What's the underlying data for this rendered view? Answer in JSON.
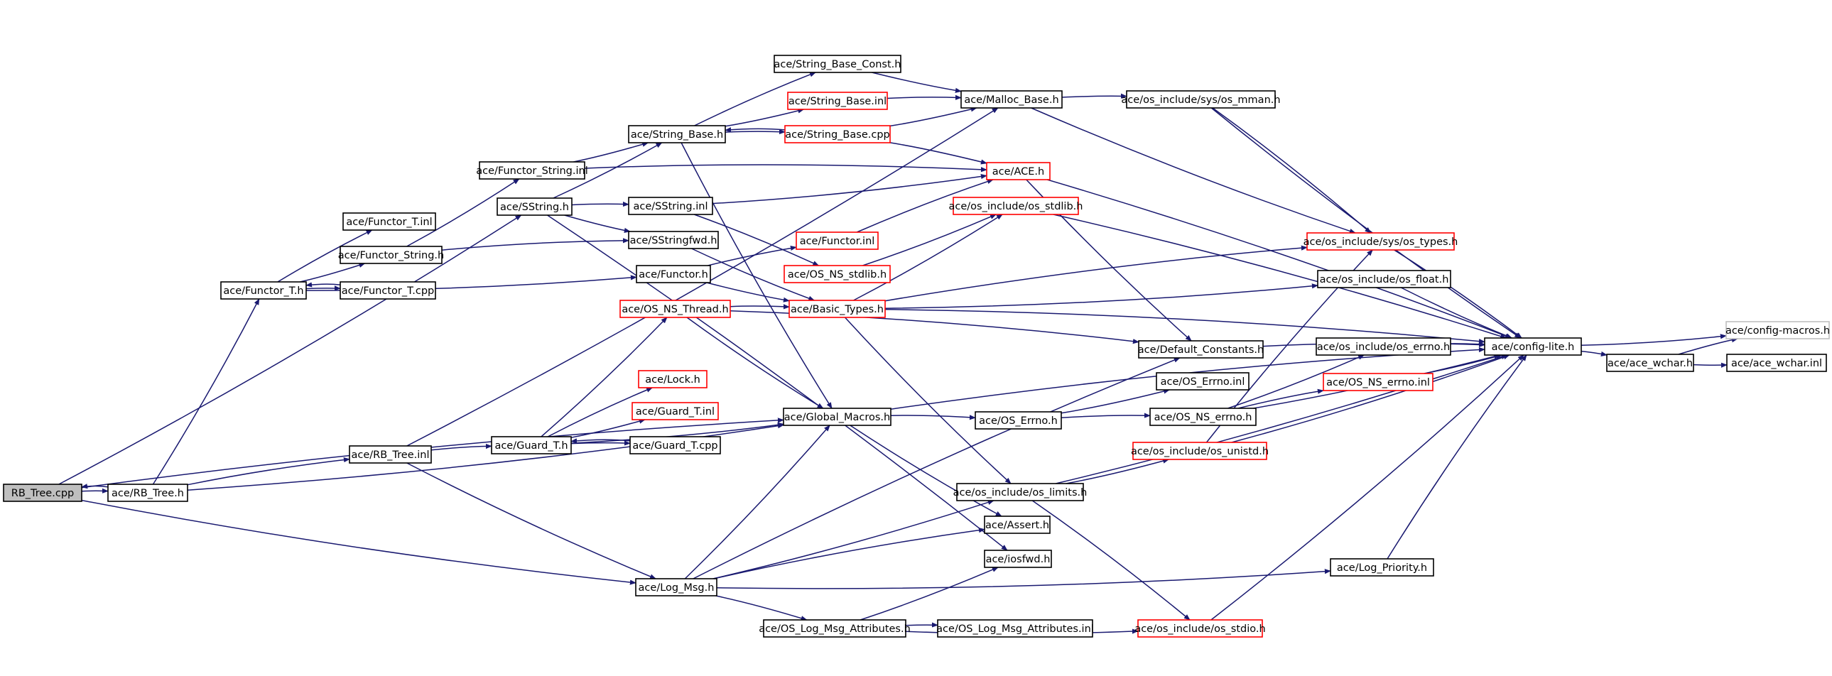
{
  "colors": {
    "edge": "#191970",
    "box_normal": "#000000",
    "box_incomplete": "#ff0000",
    "box_external": "#bfbfbf",
    "fill_root": "#bfbfbf",
    "fill_default": "#ffffff"
  },
  "nodes": [
    {
      "id": "rb_tree_cpp",
      "label": "RB_Tree.cpp",
      "kind": "root"
    },
    {
      "id": "rb_tree_h",
      "label": "ace/RB_Tree.h",
      "kind": "normal"
    },
    {
      "id": "functor_t_h",
      "label": "ace/Functor_T.h",
      "kind": "normal"
    },
    {
      "id": "functor_t_inl",
      "label": "ace/Functor_T.inl",
      "kind": "normal"
    },
    {
      "id": "functor_string_h",
      "label": "ace/Functor_String.h",
      "kind": "normal"
    },
    {
      "id": "functor_t_cpp",
      "label": "ace/Functor_T.cpp",
      "kind": "normal"
    },
    {
      "id": "functor_string_inl",
      "label": "ace/Functor_String.inl",
      "kind": "normal"
    },
    {
      "id": "sstring_h",
      "label": "ace/SString.h",
      "kind": "normal"
    },
    {
      "id": "rb_tree_inl",
      "label": "ace/RB_Tree.inl",
      "kind": "normal"
    },
    {
      "id": "string_base_h",
      "label": "ace/String_Base.h",
      "kind": "normal"
    },
    {
      "id": "sstring_inl",
      "label": "ace/SString.inl",
      "kind": "normal"
    },
    {
      "id": "sstringfwd_h",
      "label": "ace/SStringfwd.h",
      "kind": "normal"
    },
    {
      "id": "functor_h",
      "label": "ace/Functor.h",
      "kind": "normal"
    },
    {
      "id": "os_ns_thread_h",
      "label": "ace/OS_NS_Thread.h",
      "kind": "incomplete"
    },
    {
      "id": "lock_h",
      "label": "ace/Lock.h",
      "kind": "incomplete"
    },
    {
      "id": "guard_t_inl",
      "label": "ace/Guard_T.inl",
      "kind": "incomplete"
    },
    {
      "id": "guard_t_h",
      "label": "ace/Guard_T.h",
      "kind": "normal"
    },
    {
      "id": "guard_t_cpp",
      "label": "ace/Guard_T.cpp",
      "kind": "normal"
    },
    {
      "id": "log_msg_h",
      "label": "ace/Log_Msg.h",
      "kind": "normal"
    },
    {
      "id": "string_base_const_h",
      "label": "ace/String_Base_Const.h",
      "kind": "normal"
    },
    {
      "id": "string_base_inl",
      "label": "ace/String_Base.inl",
      "kind": "incomplete"
    },
    {
      "id": "string_base_cpp",
      "label": "ace/String_Base.cpp",
      "kind": "incomplete"
    },
    {
      "id": "functor_inl",
      "label": "ace/Functor.inl",
      "kind": "incomplete"
    },
    {
      "id": "os_ns_stdlib_h",
      "label": "ace/OS_NS_stdlib.h",
      "kind": "incomplete"
    },
    {
      "id": "basic_types_h",
      "label": "ace/Basic_Types.h",
      "kind": "incomplete"
    },
    {
      "id": "global_macros_h",
      "label": "ace/Global_Macros.h",
      "kind": "normal"
    },
    {
      "id": "os_log_msg_attributes_h",
      "label": "ace/OS_Log_Msg_Attributes.h",
      "kind": "normal"
    },
    {
      "id": "malloc_base_h",
      "label": "ace/Malloc_Base.h",
      "kind": "normal"
    },
    {
      "id": "ace_h",
      "label": "ace/ACE.h",
      "kind": "incomplete"
    },
    {
      "id": "os_stdlib_h",
      "label": "ace/os_include/os_stdlib.h",
      "kind": "incomplete"
    },
    {
      "id": "os_errno_cls_h",
      "label": "ace/OS_Errno.h",
      "kind": "normal"
    },
    {
      "id": "os_limits_h",
      "label": "ace/os_include/os_limits.h",
      "kind": "normal"
    },
    {
      "id": "assert_h",
      "label": "ace/Assert.h",
      "kind": "normal"
    },
    {
      "id": "iosfwd_h",
      "label": "ace/iosfwd.h",
      "kind": "normal"
    },
    {
      "id": "os_log_msg_attributes_inl",
      "label": "ace/OS_Log_Msg_Attributes.inl",
      "kind": "normal"
    },
    {
      "id": "os_mman_h",
      "label": "ace/os_include/sys/os_mman.h",
      "kind": "normal"
    },
    {
      "id": "os_types_h",
      "label": "ace/os_include/sys/os_types.h",
      "kind": "incomplete"
    },
    {
      "id": "os_float_h",
      "label": "ace/os_include/os_float.h",
      "kind": "normal"
    },
    {
      "id": "default_constants_h",
      "label": "ace/Default_Constants.h",
      "kind": "normal"
    },
    {
      "id": "os_errno_inl",
      "label": "ace/OS_Errno.inl",
      "kind": "normal"
    },
    {
      "id": "os_ns_errno_h",
      "label": "ace/OS_NS_errno.h",
      "kind": "normal"
    },
    {
      "id": "os_unistd_h",
      "label": "ace/os_include/os_unistd.h",
      "kind": "incomplete"
    },
    {
      "id": "log_priority_h",
      "label": "ace/Log_Priority.h",
      "kind": "normal"
    },
    {
      "id": "os_stdio_h",
      "label": "ace/os_include/os_stdio.h",
      "kind": "incomplete"
    },
    {
      "id": "os_include_errno_h",
      "label": "ace/os_include/os_errno.h",
      "kind": "normal"
    },
    {
      "id": "os_ns_errno_inl",
      "label": "ace/OS_NS_errno.inl",
      "kind": "incomplete"
    },
    {
      "id": "config_lite_h",
      "label": "ace/config-lite.h",
      "kind": "normal"
    },
    {
      "id": "ace_wchar_h",
      "label": "ace/ace_wchar.h",
      "kind": "normal"
    },
    {
      "id": "config_macros_h",
      "label": "ace/config-macros.h",
      "kind": "external"
    },
    {
      "id": "ace_wchar_inl",
      "label": "ace/ace_wchar.inl",
      "kind": "normal"
    }
  ],
  "edges": [
    [
      "rb_tree_cpp",
      "rb_tree_h"
    ],
    [
      "rb_tree_cpp",
      "sstring_h"
    ],
    [
      "rb_tree_cpp",
      "global_macros_h"
    ],
    [
      "rb_tree_cpp",
      "log_msg_h"
    ],
    [
      "rb_tree_h",
      "rb_tree_cpp"
    ],
    [
      "rb_tree_h",
      "functor_t_h"
    ],
    [
      "rb_tree_h",
      "rb_tree_inl"
    ],
    [
      "rb_tree_h",
      "global_macros_h"
    ],
    [
      "functor_t_h",
      "functor_t_inl"
    ],
    [
      "functor_t_h",
      "functor_string_h"
    ],
    [
      "functor_t_h",
      "functor_t_cpp"
    ],
    [
      "functor_t_h",
      "functor_h"
    ],
    [
      "functor_t_cpp",
      "functor_t_h"
    ],
    [
      "functor_string_h",
      "functor_string_inl"
    ],
    [
      "functor_string_h",
      "sstringfwd_h"
    ],
    [
      "functor_string_inl",
      "string_base_h"
    ],
    [
      "functor_string_inl",
      "ace_h"
    ],
    [
      "sstring_h",
      "string_base_h"
    ],
    [
      "sstring_h",
      "sstring_inl"
    ],
    [
      "sstring_h",
      "sstringfwd_h"
    ],
    [
      "sstring_h",
      "iosfwd_h"
    ],
    [
      "rb_tree_inl",
      "malloc_base_h"
    ],
    [
      "rb_tree_inl",
      "guard_t_h"
    ],
    [
      "rb_tree_inl",
      "log_msg_h"
    ],
    [
      "string_base_h",
      "string_base_const_h"
    ],
    [
      "string_base_h",
      "string_base_inl"
    ],
    [
      "string_base_h",
      "string_base_cpp"
    ],
    [
      "string_base_h",
      "global_macros_h"
    ],
    [
      "string_base_cpp",
      "string_base_h"
    ],
    [
      "string_base_cpp",
      "malloc_base_h"
    ],
    [
      "string_base_cpp",
      "ace_h"
    ],
    [
      "string_base_const_h",
      "malloc_base_h"
    ],
    [
      "string_base_inl",
      "malloc_base_h"
    ],
    [
      "sstring_inl",
      "ace_h"
    ],
    [
      "sstring_inl",
      "os_ns_stdlib_h"
    ],
    [
      "sstringfwd_h",
      "basic_types_h"
    ],
    [
      "functor_h",
      "functor_inl"
    ],
    [
      "functor_h",
      "basic_types_h"
    ],
    [
      "functor_inl",
      "ace_h"
    ],
    [
      "os_ns_stdlib_h",
      "os_stdlib_h"
    ],
    [
      "os_ns_thread_h",
      "basic_types_h"
    ],
    [
      "os_ns_thread_h",
      "global_macros_h"
    ],
    [
      "os_ns_thread_h",
      "default_constants_h"
    ],
    [
      "guard_t_h",
      "os_ns_thread_h"
    ],
    [
      "guard_t_h",
      "lock_h"
    ],
    [
      "guard_t_h",
      "guard_t_inl"
    ],
    [
      "guard_t_h",
      "guard_t_cpp"
    ],
    [
      "guard_t_h",
      "global_macros_h"
    ],
    [
      "guard_t_cpp",
      "guard_t_h"
    ],
    [
      "log_msg_h",
      "global_macros_h"
    ],
    [
      "log_msg_h",
      "default_constants_h"
    ],
    [
      "log_msg_h",
      "os_limits_h"
    ],
    [
      "log_msg_h",
      "assert_h"
    ],
    [
      "log_msg_h",
      "log_priority_h"
    ],
    [
      "log_msg_h",
      "os_log_msg_attributes_h"
    ],
    [
      "basic_types_h",
      "os_stdlib_h"
    ],
    [
      "basic_types_h",
      "os_types_h"
    ],
    [
      "basic_types_h",
      "os_float_h"
    ],
    [
      "basic_types_h",
      "config_lite_h"
    ],
    [
      "basic_types_h",
      "os_limits_h"
    ],
    [
      "global_macros_h",
      "os_errno_cls_h"
    ],
    [
      "global_macros_h",
      "assert_h"
    ],
    [
      "global_macros_h",
      "config_lite_h"
    ],
    [
      "os_log_msg_attributes_h",
      "iosfwd_h"
    ],
    [
      "os_log_msg_attributes_h",
      "os_log_msg_attributes_inl"
    ],
    [
      "os_log_msg_attributes_h",
      "os_stdio_h"
    ],
    [
      "malloc_base_h",
      "os_mman_h"
    ],
    [
      "malloc_base_h",
      "os_types_h"
    ],
    [
      "ace_h",
      "config_lite_h"
    ],
    [
      "ace_h",
      "default_constants_h"
    ],
    [
      "os_stdlib_h",
      "config_lite_h"
    ],
    [
      "os_errno_cls_h",
      "os_errno_inl"
    ],
    [
      "os_errno_cls_h",
      "os_ns_errno_h"
    ],
    [
      "os_limits_h",
      "os_unistd_h"
    ],
    [
      "os_limits_h",
      "os_stdio_h"
    ],
    [
      "os_limits_h",
      "config_lite_h"
    ],
    [
      "os_mman_h",
      "os_types_h"
    ],
    [
      "os_mman_h",
      "config_lite_h"
    ],
    [
      "os_types_h",
      "config_lite_h"
    ],
    [
      "os_float_h",
      "config_lite_h"
    ],
    [
      "default_constants_h",
      "config_lite_h"
    ],
    [
      "os_ns_errno_h",
      "os_include_errno_h"
    ],
    [
      "os_ns_errno_h",
      "os_ns_errno_inl"
    ],
    [
      "os_ns_errno_h",
      "config_lite_h"
    ],
    [
      "os_unistd_h",
      "os_types_h"
    ],
    [
      "os_unistd_h",
      "config_lite_h"
    ],
    [
      "log_priority_h",
      "config_lite_h"
    ],
    [
      "os_stdio_h",
      "config_lite_h"
    ],
    [
      "os_include_errno_h",
      "config_lite_h"
    ],
    [
      "os_ns_errno_inl",
      "config_lite_h"
    ],
    [
      "config_lite_h",
      "ace_wchar_h"
    ],
    [
      "config_lite_h",
      "config_macros_h"
    ],
    [
      "ace_wchar_h",
      "config_macros_h"
    ],
    [
      "ace_wchar_h",
      "ace_wchar_inl"
    ]
  ]
}
